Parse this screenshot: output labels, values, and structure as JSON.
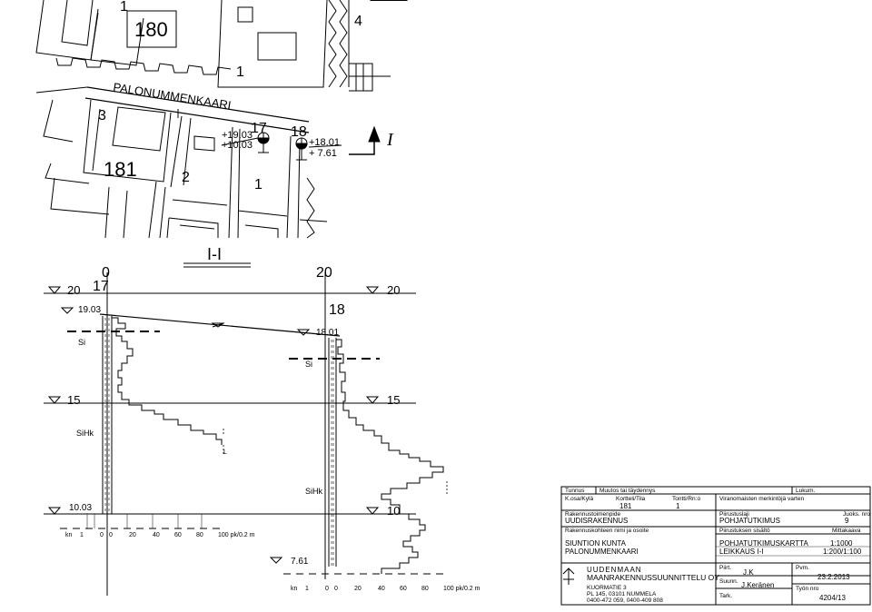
{
  "map": {
    "street": "PALONUMMENKAARI",
    "block_180": "180",
    "block_181": "181",
    "lot_1_top": "1",
    "lot_4": "4",
    "lot_1_mid": "1",
    "lot_3": "3",
    "lot_2": "2",
    "lot_1_bottom": "1",
    "point_17": "17",
    "point_18": "18",
    "p17_elev_a": "+19.03",
    "p17_elev_b": "+10.03",
    "p18_elev_a": "+18.01",
    "p18_elev_b": "+ 7.61",
    "section_marker": "I"
  },
  "section": {
    "title": "I-I",
    "dist_0": "0",
    "dist_20": "20",
    "left_point": "17",
    "right_point": "18",
    "level_20_left": "20",
    "level_20_right": "20",
    "level_15_left": "15",
    "level_15_right": "15",
    "level_10_right": "10",
    "p17_top": "19.03",
    "p17_bottom": "10.03",
    "p18_top": "18.01",
    "p18_bottom": "7.61",
    "soil_si_left": "Si",
    "soil_si_right": "Si",
    "soil_sihk_left": "SiHk",
    "soil_sihk_right": "SiHk",
    "stop_mark": "L",
    "scale_left": {
      "kn": "kn",
      "v1": "1",
      "v0a": "0",
      "v0b": "0",
      "v20": "20",
      "v40": "40",
      "v60": "60",
      "v80": "80",
      "v100": "100 pk/0.2 m"
    },
    "scale_right": {
      "kn": "kn",
      "v1": "1",
      "v0a": "0",
      "v0b": "0",
      "v20": "20",
      "v40": "40",
      "v60": "60",
      "v80": "80",
      "v100": "100 pk/0.2 m"
    }
  },
  "titleblock": {
    "tunnus": "Tunnus",
    "muutos": "Muutos tai täydennys",
    "lukum": "Lukum.",
    "kosa_label": "K.osa/Kylä",
    "kortteli_label": "Kortteli/Tila",
    "kortteli_value": "181",
    "tontti_label": "Tontti/Rn:o",
    "tontti_value": "1",
    "viranomaisten": "Viranomaisten merkintöjä varten",
    "rakennustoimenpide_label": "Rakennustoimenpide",
    "rakennustoimenpide_value": "UUDISRAKENNUS",
    "piirustuslaji_label": "Piirustuslaji",
    "piirustuslaji_value": "POHJATUTKIMUS",
    "juoks_label": "Juoks. nro",
    "juoks_value": "9",
    "kohde_label": "Rakennuskohteen nimi ja osoite",
    "kohde_line1": "SIUNTION KUNTA",
    "kohde_line2": "PALONUMMENKAARI",
    "sisalto_label": "Piirustuksen sisältö",
    "mittakaava_label": "Mittakaava",
    "sisalto_line1": "POHJATUTKIMUSKARTTA",
    "sisalto_line2": "LEIKKAUS I-I",
    "mittakaava_1": "1:1000",
    "mittakaava_2": "1:200/1:100",
    "company_line1": "UUDENMAAN",
    "company_line2": "MAANRAKENNUSSUUNNITTELU OY",
    "address_1": "KUORMATIE 3",
    "address_2": "PL 145, 03101 NUMMELA",
    "address_3": "0400-472 059, 0400-409 808",
    "piirt_label": "Piirt.",
    "piirt_value": "J.K",
    "suunn_label": "Suunn.",
    "suunn_value": "J.Keränen",
    "tark_label": "Tark.",
    "pvm_label": "Pvm.",
    "pvm_value": "23.2.2013",
    "tyon_label": "Työn nro",
    "tyon_value": "4204/13"
  }
}
